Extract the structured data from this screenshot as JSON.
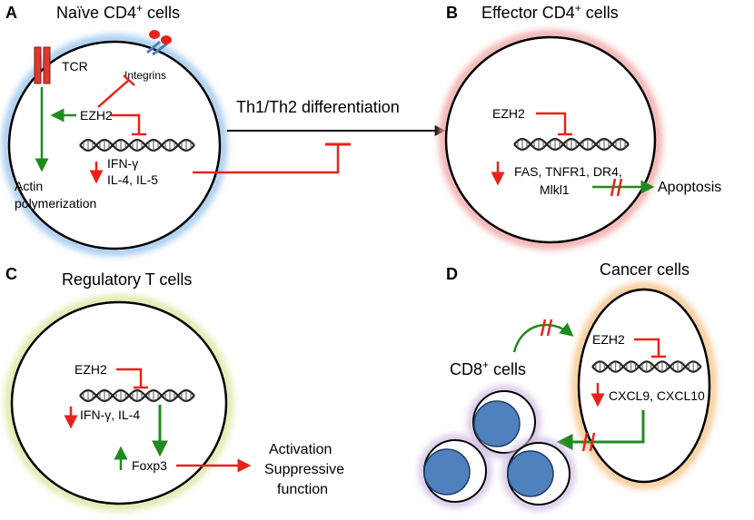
{
  "colors": {
    "inhibit_red": "#e8221b",
    "activate_green": "#218a1f",
    "glow_blue": "#9cc6ec",
    "glow_pink": "#f2a6a6",
    "glow_yellowgreen": "#d9e9a3",
    "glow_orange": "#f6c58a",
    "glow_purple": "#cdb8e0",
    "nucleus_blue": "#4f81bd",
    "outline": "#000000"
  },
  "panels": {
    "a": {
      "letter": "A",
      "title_main": "Naïve CD4",
      "title_sup": "+",
      "title_tail": " cells",
      "tcr": "TCR",
      "integrins": "Integrins",
      "ezh2": "EZH2",
      "ifn": "IFN-γ",
      "il": "IL-4, IL-5",
      "actin_1": "Actin",
      "actin_2": "polymerization"
    },
    "center": {
      "differentiation": "Th1/Th2 differentiation"
    },
    "b": {
      "letter": "B",
      "title_main": "Effector CD4",
      "title_sup": "+",
      "title_tail": " cells",
      "ezh2": "EZH2",
      "genes_1": "FAS, TNFR1, DR4,",
      "genes_2": "Mlkl1",
      "apoptosis": "Apoptosis"
    },
    "c": {
      "letter": "C",
      "title": "Regulatory T cells",
      "ezh2": "EZH2",
      "ifn_il": "IFN-γ, IL-4",
      "foxp3": "Foxp3",
      "activation": "Activation",
      "suppressive": "Suppressive",
      "function": "function"
    },
    "d": {
      "letter": "D",
      "title": "Cancer cells",
      "cd8_main": "CD8",
      "cd8_sup": "+",
      "cd8_tail": " cells",
      "ezh2": "EZH2",
      "cxcl": "CXCL9, CXCL10"
    }
  },
  "icons": [
    "dna-icon",
    "tcr-receptor-icon",
    "integrin-receptor-icon"
  ]
}
